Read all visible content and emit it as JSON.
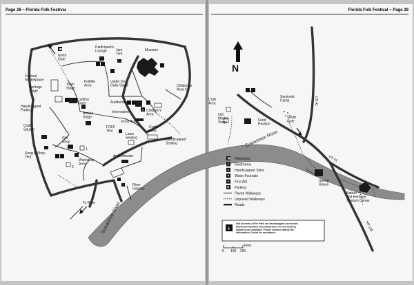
{
  "header": {
    "left": "Page 28 ~ Florida Folk Festival",
    "right": "Florida Folk Festival ~ Page 29"
  },
  "north": {
    "letter": "N"
  },
  "places": {
    "north_gate": [
      "North",
      "Gate"
    ],
    "participants_lounge": [
      "Participant's",
      "Lounge"
    ],
    "jam_tent": [
      "Jam",
      "Tent"
    ],
    "museum": [
      "Museum"
    ],
    "festival_marketplace": [
      "Festival",
      "Marketplace"
    ],
    "heritage_stage": [
      "Heritage",
      "Stage"
    ],
    "town_stage": [
      "Town",
      "Stage"
    ],
    "folklife_area": [
      "Folklife",
      "Area"
    ],
    "under_oaks_stage": [
      "Under the",
      "Oaks Stage"
    ],
    "auditorium": [
      "Auditorium"
    ],
    "childrens_area_ii": [
      "Children's",
      "Area II"
    ],
    "handicapped_parking": [
      "Handicapped",
      "Parking"
    ],
    "carillon_tower": [
      "Carillon",
      "Tower"
    ],
    "information": [
      "Information"
    ],
    "childrens_area": [
      "Children's",
      "Area"
    ],
    "azalea_stage": [
      "Azalea",
      "Stage"
    ],
    "food_area": [
      "Food Area"
    ],
    "craft_square": [
      "Craft",
      "Square"
    ],
    "foff_tent": [
      "FOFF",
      "Tent"
    ],
    "lawn_seating": [
      "Lawn",
      "Seating"
    ],
    "crafts_area": [
      "Crafts",
      "Area"
    ],
    "song_story_tent": [
      "Song & Story",
      "Tent"
    ],
    "gift_shop": [
      "Gift",
      "Shop"
    ],
    "workshop_area": [
      "Workshop",
      "Area"
    ],
    "handicapped_seating": [
      "Handicapped",
      "Seating"
    ],
    "amphitheater": [
      "Amphitheater"
    ],
    "river_gazebo": [
      "River",
      "Gazebo"
    ],
    "to_river": [
      "To River"
    ],
    "craft_area": [
      "Craft",
      "Area"
    ],
    "old_marble_stage": [
      "Old",
      "Marble",
      "Stage"
    ],
    "seminole_camp": [
      "Seminole",
      "Camp"
    ],
    "food_pavilion": [
      "Food",
      "Pavilion"
    ],
    "south_gate": [
      "South",
      "Gate"
    ],
    "spring_house": [
      "Spring",
      "House"
    ],
    "nature_center": [
      "Nature",
      "and Heritage",
      "Tourism Center"
    ]
  },
  "numbers": {
    "one": "1",
    "two": "2"
  },
  "rivers": {
    "main": "Suwannee River",
    "lower": "Suwannee River"
  },
  "roads": {
    "us41_north": "US 41",
    "us41_south": "US 41",
    "sr136": "SR 136"
  },
  "legend": {
    "items": [
      {
        "icon": "telephone-icon",
        "label": "Telephone"
      },
      {
        "icon": "restrooms-icon",
        "label": "Restrooms"
      },
      {
        "icon": "handicapped-toilet-icon",
        "label": "Handicapped Toilet"
      },
      {
        "icon": "water-fountain-icon",
        "label": "Water Fountain"
      },
      {
        "icon": "first-aid-icon",
        "label": "First Aid"
      },
      {
        "icon": "parking-icon",
        "label": "Parking"
      },
      {
        "icon": "paved-walkway-line",
        "label": "Paved Walkways"
      },
      {
        "icon": "unpaved-walkway-line",
        "label": "Unpaved Walkways"
      },
      {
        "icon": "road-line",
        "label": "Roads"
      }
    ],
    "note": [
      "Not all areas of the Park are handicapped accessible.",
      "Restroom facilities and interpreters for the hearing",
      "impaired are available. Please contact staff at the",
      "Information Center for assistance."
    ],
    "scale": {
      "unit": "Feet",
      "ticks": [
        "0",
        "100",
        "200"
      ]
    }
  },
  "colors": {
    "ink": "#111111",
    "river": "#8a8a8a",
    "paper": "#f6f6f4"
  }
}
